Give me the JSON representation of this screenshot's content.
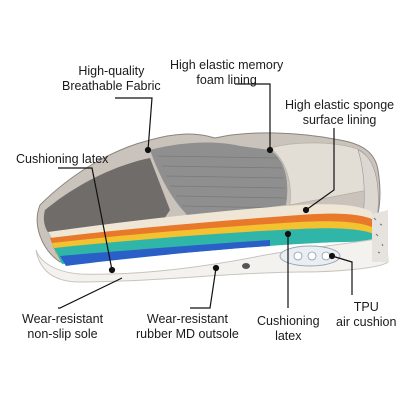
{
  "labels": {
    "fabric": {
      "line1": "High-quality",
      "line2": "Breathable Fabric"
    },
    "memory_foam": {
      "line1": "High elastic memory",
      "line2": "foam lining"
    },
    "sponge": {
      "line1": "High elastic sponge",
      "line2": "surface lining"
    },
    "latex_upper": {
      "line1": "Cushioning latex"
    },
    "sole": {
      "line1": "Wear-resistant",
      "line2": "non-slip sole"
    },
    "outsole": {
      "line1": "Wear-resistant",
      "line2": "rubber MD outsole"
    },
    "latex_lower": {
      "line1": "Cushioning",
      "line2": "latex"
    },
    "tpu": {
      "line1": "TPU",
      "line2": "air cushion"
    }
  },
  "colors": {
    "upper_gray": "#9c9a98",
    "upper_light": "#d8d3cc",
    "mesh": "#8f8f8f",
    "insole_cream": "#efe6d6",
    "layer_orange": "#e8782a",
    "layer_yellow": "#f2c230",
    "layer_teal": "#2fb6a8",
    "layer_blue": "#2a5fc7",
    "outsole_white": "#f4f2ef",
    "leader_line": "#111111"
  }
}
